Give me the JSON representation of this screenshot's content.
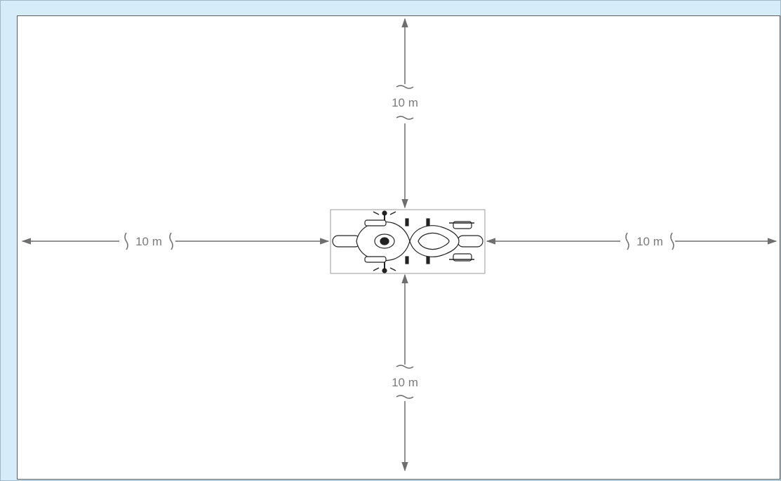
{
  "diagram": {
    "measurements": {
      "top": "10 m",
      "bottom": "10 m",
      "left": "10 m",
      "right": "10 m"
    },
    "colors": {
      "outer_border": "#d6ecf8",
      "line": "#6e6e6e",
      "label": "#7b7b7b",
      "vehicle_box": "#9a9a9a"
    },
    "icons": {
      "vehicle": "motorcycle-top-view-icon"
    }
  }
}
